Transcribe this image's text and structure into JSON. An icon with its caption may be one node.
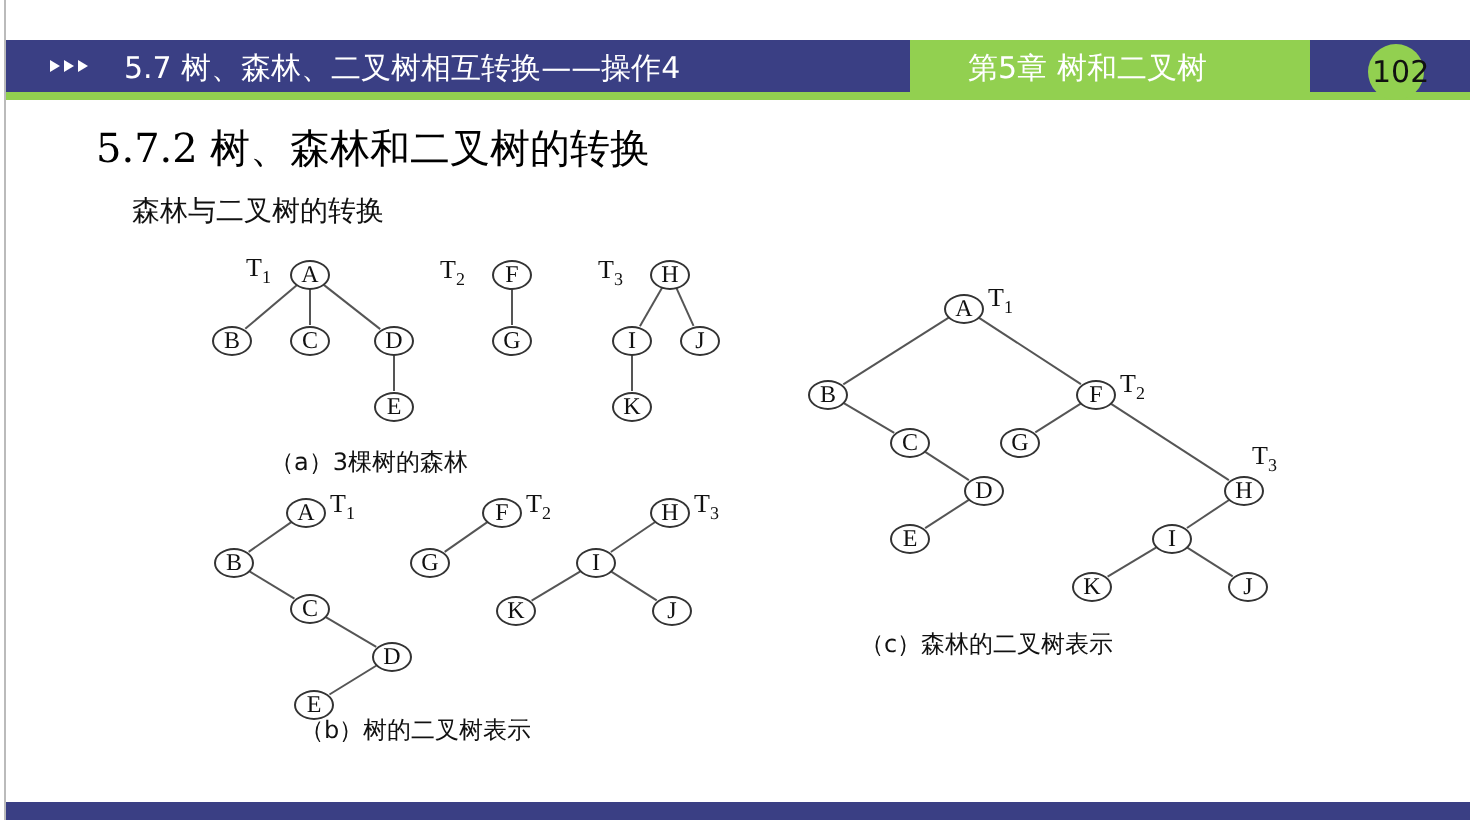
{
  "diagram": {
    "title": "5.7.2 树、森林和二叉树的转换",
    "nodes": [
      {
        "text": [
          "A"
        ],
        "beside": [
          "T$_{1}$"
        ]
      },
      {
        "text": [
          "B"
        ]
      },
      {
        "text": [
          "C"
        ]
      },
      {
        "text": [
          "D"
        ]
      },
      {
        "text": [
          "E"
        ]
      },
      {
        "text": [
          "F"
        ],
        "beside": [
          "T$_{2}$"
        ]
      },
      {
        "text": [
          "G"
        ]
      },
      {
        "text": [
          "H"
        ],
        "beside": [
          "T$_{3}$"
        ]
      },
      {
        "text": [
          "I"
        ]
      },
      {
        "text": [
          "J"
        ]
      },
      {
        "text": [
          "K"
        ]
      },
      {
        "text": [
          "A"
        ],
        "beside": [
          "T$_{1}$"
        ]
      },
      {
        "text": [
          "B"
        ]
      },
      {
        "text": [
          "C"
        ]
      },
      {
        "text": [
          "D"
        ]
      },
      {
        "text": [
          "E"
        ]
      },
      {
        "text": [
          "F"
        ],
        "beside": [
          "T$_{2}$"
        ]
      },
      {
        "text": [
          "G"
        ]
      },
      {
        "text": [
          "H"
        ],
        "beside": [
          "T$_{3}$"
        ]
      },
      {
        "text": [
          "I"
        ]
      },
      {
        "text": [
          "K"
        ]
      },
      {
        "text": [
          "J"
        ]
      },
      {
        "text": [
          "A"
        ],
        "beside": [
          "T$_{1}$"
        ]
      },
      {
        "text": [
          "B"
        ]
      },
      {
        "text": [
          "C"
        ]
      },
      {
        "text": [
          "D"
        ]
      },
      {
        "text": [
          "E"
        ]
      },
      {
        "text": [
          "F"
        ],
        "beside": [
          "T$_{2}$"
        ]
      },
      {
        "text": [
          "G"
        ]
      },
      {
        "text": [
          "H"
        ],
        "beside": [
          "T$_{3}$"
        ]
      },
      {
        "text": [
          "I"
        ]
      },
      {
        "text": [
          "K"
        ]
      },
      {
        "text": [
          "J"
        ]
      }
    ],
    "edges": [
      {
        "from": 0,
        "to": 1,
        "arrow": "none"
      },
      {
        "from": 0,
        "to": 2,
        "arrow": "none"
      },
      {
        "from": 0,
        "to": 3,
        "arrow": "none"
      },
      {
        "from": 3,
        "to": 4,
        "arrow": "none"
      },
      {
        "from": 5,
        "to": 6,
        "arrow": "none"
      },
      {
        "from": 7,
        "to": 8,
        "arrow": "none"
      },
      {
        "from": 7,
        "to": 9,
        "arrow": "none"
      },
      {
        "from": 8,
        "to": 10,
        "arrow": "none"
      },
      {
        "from": 11,
        "to": 12,
        "arrow": "none"
      },
      {
        "from": 12,
        "to": 13,
        "arrow": "none"
      },
      {
        "from": 13,
        "to": 14,
        "arrow": "none"
      },
      {
        "from": 14,
        "to": 15,
        "arrow": "none"
      },
      {
        "from": 16,
        "to": 17,
        "arrow": "none"
      },
      {
        "from": 18,
        "to": 19,
        "arrow": "none"
      },
      {
        "from": 19,
        "to": 20,
        "arrow": "none"
      },
      {
        "from": 19,
        "to": 21,
        "arrow": "none"
      },
      {
        "from": 22,
        "to": 23,
        "arrow": "none"
      },
      {
        "from": 23,
        "to": 24,
        "arrow": "none"
      },
      {
        "from": 24,
        "to": 25,
        "arrow": "none"
      },
      {
        "from": 25,
        "to": 26,
        "arrow": "none"
      },
      {
        "from": 22,
        "to": 27,
        "arrow": "none"
      },
      {
        "from": 27,
        "to": 28,
        "arrow": "none"
      },
      {
        "from": 27,
        "to": 29,
        "arrow": "none"
      },
      {
        "from": 29,
        "to": 30,
        "arrow": "none"
      },
      {
        "from": 30,
        "to": 31,
        "arrow": "none"
      },
      {
        "from": 30,
        "to": 32,
        "arrow": "none"
      }
    ],
    "labels": [
      "5.7 树、森林、二叉树相互转换——操作4",
      "第5章 树和二叉树",
      "102",
      "森林与二叉树的转换",
      "（a）3棵树的森林",
      "（b）树的二叉树表示",
      "（c）森林的二叉树表示"
    ]
  }
}
